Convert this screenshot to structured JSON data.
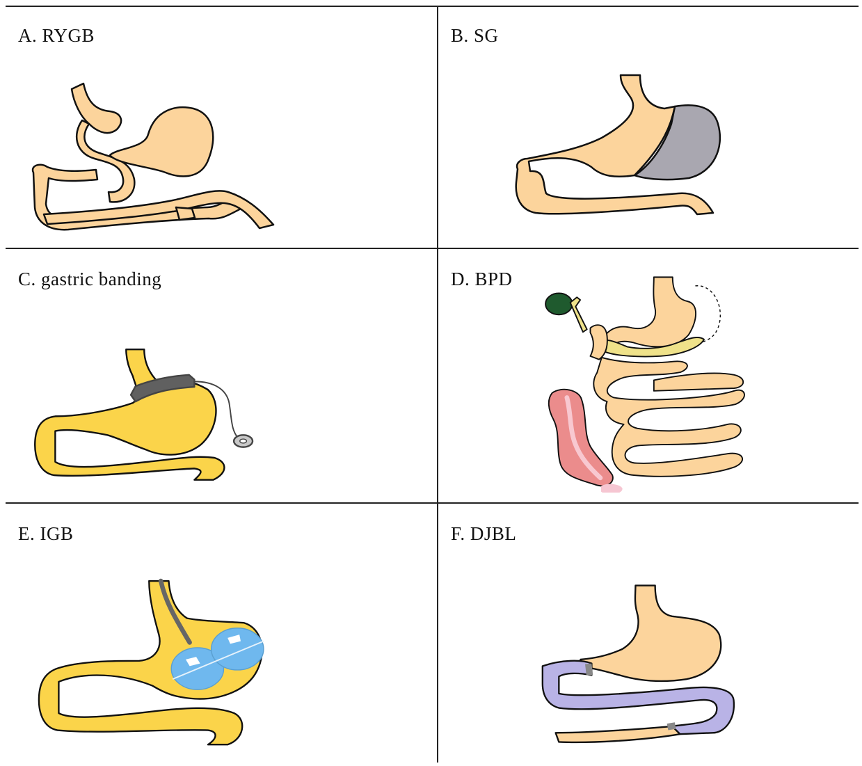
{
  "panels": [
    {
      "label": "A. RYGB"
    },
    {
      "label": "B. SG"
    },
    {
      "label": "C. gastric banding"
    },
    {
      "label": "D. BPD"
    },
    {
      "label": "E. IGB"
    },
    {
      "label": "F. DJBL"
    }
  ],
  "colors": {
    "tissue": "#fcd49c",
    "tissue_yellow": "#fbd44a",
    "resected": "#a9a7b0",
    "band": "#606060",
    "balloon": "#6fb8ee",
    "liner": "#b9b3e6",
    "colon": "#eb8c8c",
    "gallbladder": "#1f5a2e",
    "pancreas": "#efe28a",
    "outline": "#111111"
  }
}
